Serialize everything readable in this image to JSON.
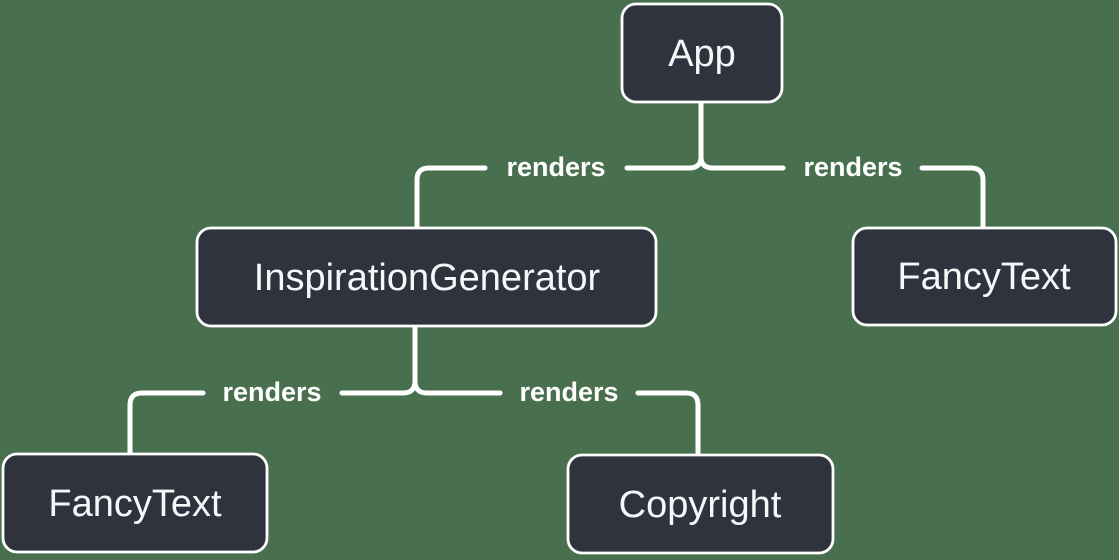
{
  "title": "React render tree diagram",
  "colors": {
    "background": "#48704E",
    "node_fill": "#2E333D",
    "node_border": "#FFFFFF",
    "edge": "#FFFFFF",
    "node_text": "#F6F7F9",
    "edge_label_text": "#FFFFFF"
  },
  "tree": {
    "root": "App",
    "nodes": [
      {
        "id": "app",
        "label": "App"
      },
      {
        "id": "inspiration-generator",
        "label": "InspirationGenerator"
      },
      {
        "id": "fancy-text-top-right",
        "label": "FancyText"
      },
      {
        "id": "fancy-text-bottom-left",
        "label": "FancyText"
      },
      {
        "id": "copyright",
        "label": "Copyright"
      }
    ],
    "edges": [
      {
        "from": "app",
        "to": "inspiration-generator",
        "label": "renders"
      },
      {
        "from": "app",
        "to": "fancy-text-top-right",
        "label": "renders"
      },
      {
        "from": "inspiration-generator",
        "to": "fancy-text-bottom-left",
        "label": "renders"
      },
      {
        "from": "inspiration-generator",
        "to": "copyright",
        "label": "renders"
      }
    ]
  }
}
